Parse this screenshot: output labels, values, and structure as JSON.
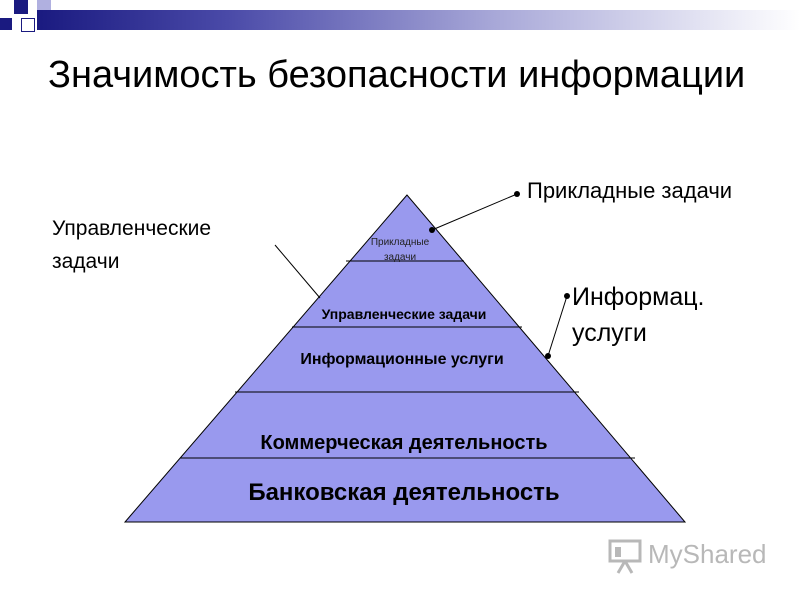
{
  "slide": {
    "title": "Значимость безопасности информации",
    "colors": {
      "pyramid_fill": "#9999ee",
      "outline": "#000000",
      "accent_dark": "#1a1a80"
    }
  },
  "pyramid": {
    "levels": [
      {
        "label": "Прикладные задачи"
      },
      {
        "label": "Управленческие задачи"
      },
      {
        "label": "Информационные услуги"
      },
      {
        "label": "Коммерческая деятельность"
      },
      {
        "label": "Банковская деятельность"
      }
    ]
  },
  "callouts": {
    "applied": "Прикладные задачи",
    "management_line1": "Управленческие",
    "management_line2": "задачи",
    "info_line1": "Информац.",
    "info_line2": "услуги"
  },
  "watermark": {
    "text": "MyShared",
    "icon": "presentation-board-icon"
  }
}
